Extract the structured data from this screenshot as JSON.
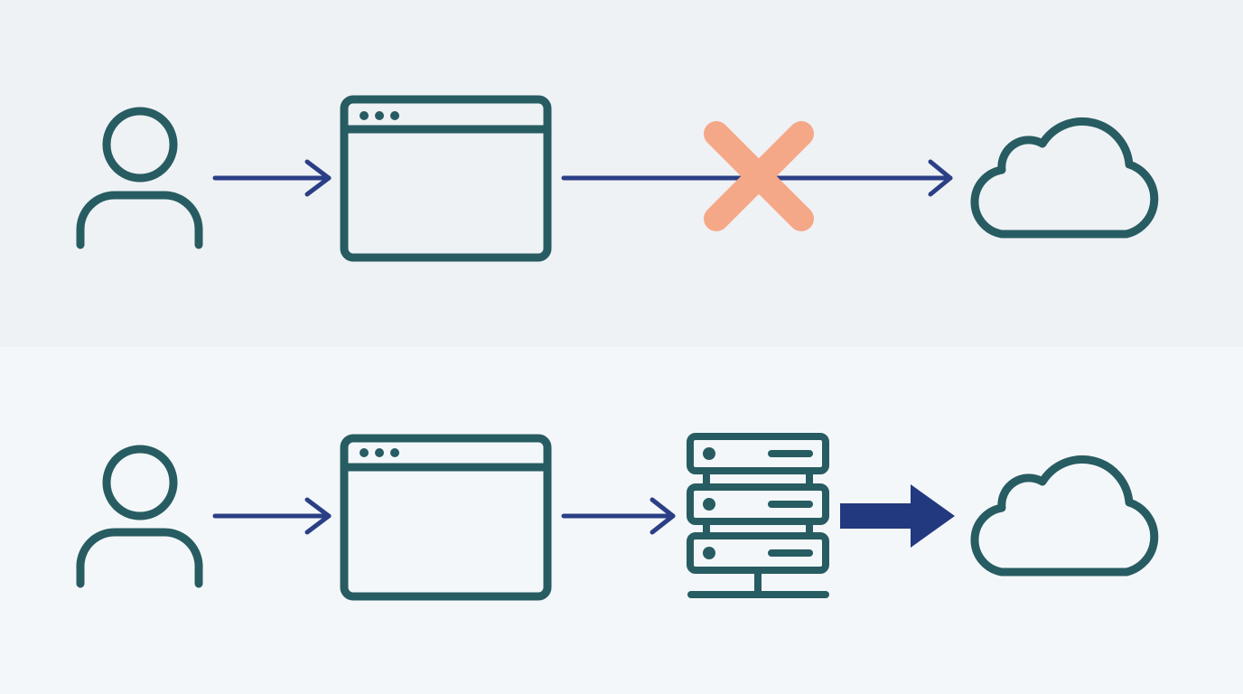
{
  "colors": {
    "top_background": "#eff2f5",
    "bottom_background": "#f4f7f9",
    "icon_stroke": "#275c62",
    "arrow": "#2b3f86",
    "blocked_mark": "#f5a888",
    "solid_arrow": "#22397f"
  },
  "rows": [
    {
      "id": "direct",
      "nodes": [
        "user-icon",
        "browser-window-icon",
        "cloud-icon"
      ],
      "connections": [
        {
          "from": "user-icon",
          "to": "browser-window-icon",
          "style": "arrow"
        },
        {
          "from": "browser-window-icon",
          "to": "cloud-icon",
          "style": "arrow",
          "blocked": true
        }
      ]
    },
    {
      "id": "via-server",
      "nodes": [
        "user-icon",
        "browser-window-icon",
        "server-rack-icon",
        "cloud-icon"
      ],
      "connections": [
        {
          "from": "user-icon",
          "to": "browser-window-icon",
          "style": "arrow"
        },
        {
          "from": "browser-window-icon",
          "to": "server-rack-icon",
          "style": "arrow"
        },
        {
          "from": "server-rack-icon",
          "to": "cloud-icon",
          "style": "bold-arrow"
        }
      ]
    }
  ]
}
